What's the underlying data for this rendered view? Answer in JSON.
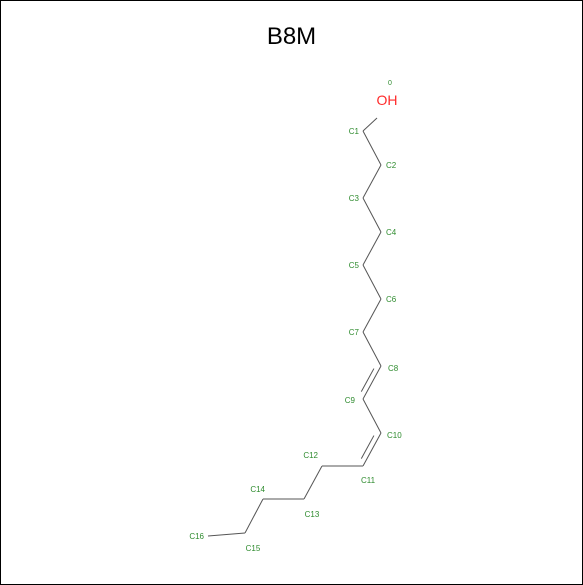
{
  "title": "B8M",
  "colors": {
    "bond": "#555555",
    "carbon_label": "#2e8b2e",
    "oxygen_label": "#ff2a2a",
    "index_label": "#2e8b2e"
  },
  "molecule": {
    "heteroatom": {
      "label": "OH",
      "index": "0"
    },
    "carbons": [
      "C1",
      "C2",
      "C3",
      "C4",
      "C5",
      "C6",
      "C7",
      "C8",
      "C9",
      "C10",
      "C11",
      "C12",
      "C13",
      "C14",
      "C15",
      "C16"
    ],
    "double_bonds": [
      [
        "C8",
        "C9"
      ],
      [
        "C10",
        "C11"
      ]
    ]
  }
}
